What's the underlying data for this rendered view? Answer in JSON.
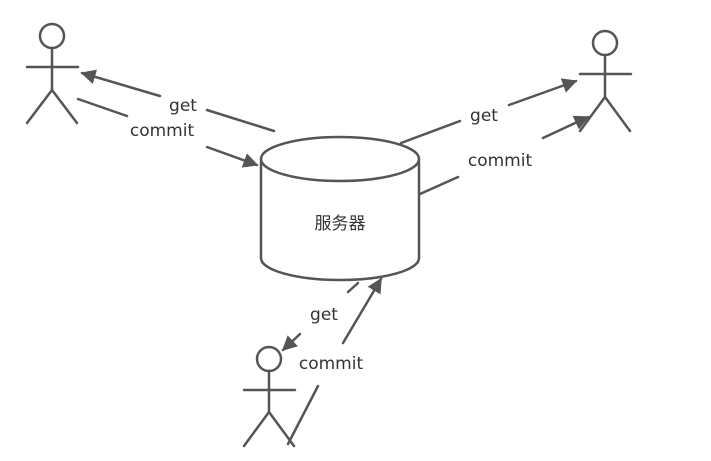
{
  "diagram": {
    "server_label": "服务器",
    "actors": [
      "",
      "",
      ""
    ],
    "edges": [
      {
        "label": "get"
      },
      {
        "label": "commit"
      },
      {
        "label": "get"
      },
      {
        "label": "commit"
      },
      {
        "label": "get"
      },
      {
        "label": "commit"
      }
    ]
  },
  "colors": {
    "stroke": "#555555",
    "text": "#333333",
    "background": "#ffffff"
  }
}
